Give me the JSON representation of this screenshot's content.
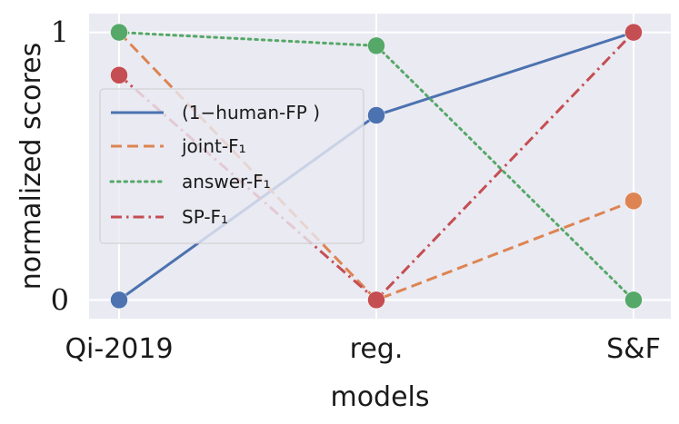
{
  "chart_data": {
    "type": "line",
    "categories": [
      "Qi-2019",
      "reg.",
      "S&F"
    ],
    "xlabel": "models",
    "ylabel": "normalized scores",
    "yticks": [
      "0",
      "1"
    ],
    "ylim": [
      -0.07,
      1.07
    ],
    "grid": true,
    "legend_position": "center-left",
    "background": "#eaeaf2",
    "series": [
      {
        "name": "(1−human-FP )",
        "values": [
          0.0,
          0.69,
          1.0
        ],
        "color": "#4c72b0",
        "dash": "solid"
      },
      {
        "name": "joint-F₁",
        "values": [
          1.0,
          0.0,
          0.37
        ],
        "color": "#dd8452",
        "dash": "dashed"
      },
      {
        "name": "answer-F₁",
        "values": [
          1.0,
          0.95,
          0.0
        ],
        "color": "#55a868",
        "dash": "dotted"
      },
      {
        "name": "SP-F₁",
        "values": [
          0.84,
          0.0,
          1.0
        ],
        "color": "#c44e52",
        "dash": "dashdot"
      }
    ]
  }
}
